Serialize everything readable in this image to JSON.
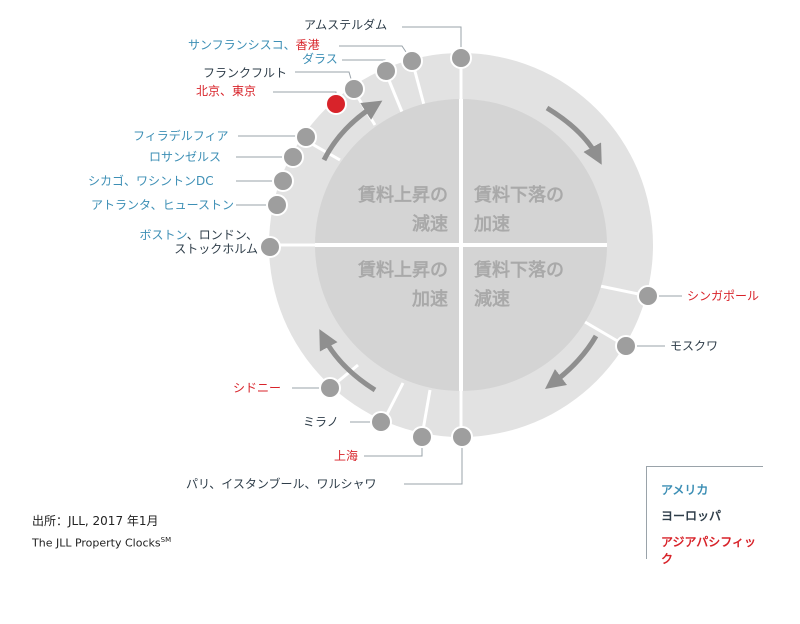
{
  "quadrants": {
    "top_left": [
      "賃料上昇の",
      "減速"
    ],
    "top_right": [
      "賃料下落の",
      "加速"
    ],
    "bottom_left": [
      "賃料上昇の",
      "加速"
    ],
    "bottom_right": [
      "賃料下落の",
      "減速"
    ]
  },
  "cities": [
    {
      "id": "amsterdam",
      "label": "アムステルダム",
      "region": "europe"
    },
    {
      "id": "sf-hk",
      "label_parts": [
        {
          "text": "サンフランシスコ、",
          "region": "americas"
        },
        {
          "text": "香港",
          "region": "asia_pacific"
        }
      ]
    },
    {
      "id": "dallas",
      "label": "ダラス",
      "region": "americas"
    },
    {
      "id": "frankfurt",
      "label": "フランクフルト",
      "region": "europe"
    },
    {
      "id": "beijing-tokyo",
      "label": "北京、東京",
      "region": "asia_pacific",
      "highlighted": true
    },
    {
      "id": "philadelphia",
      "label": "フィラデルフィア",
      "region": "americas"
    },
    {
      "id": "los-angeles",
      "label": "ロサンゼルス",
      "region": "americas"
    },
    {
      "id": "chicago-dc",
      "label": "シカゴ、ワシントンDC",
      "region": "americas"
    },
    {
      "id": "atlanta-houston",
      "label": "アトランタ、ヒューストン",
      "region": "americas"
    },
    {
      "id": "boston-group",
      "label_parts": [
        {
          "text": "ボストン",
          "region": "americas"
        },
        {
          "text": "、ロンドン、",
          "region": "europe"
        }
      ],
      "label_line2": "ストックホルム",
      "region_line2": "europe"
    },
    {
      "id": "singapore",
      "label": "シンガポール",
      "region": "asia_pacific"
    },
    {
      "id": "moscow",
      "label": "モスクワ",
      "region": "europe"
    },
    {
      "id": "sydney",
      "label": "シドニー",
      "region": "asia_pacific"
    },
    {
      "id": "milan",
      "label": "ミラノ",
      "region": "europe"
    },
    {
      "id": "shanghai",
      "label": "上海",
      "region": "asia_pacific"
    },
    {
      "id": "paris-group",
      "label": "パリ、イスタンブール、ワルシャワ",
      "region": "europe"
    }
  ],
  "legend": {
    "americas": "アメリカ",
    "europe": "ヨーロッパ",
    "asia_pacific": "アジアパシフィック"
  },
  "colors": {
    "americas": "#3d8fb5",
    "europe": "#2e3d49",
    "asia_pacific": "#d8232a",
    "dot": "#9e9e9e",
    "dot_highlight": "#d8232a",
    "ring": "#e2e2e2",
    "inner": "#d4d4d4",
    "arrow": "#8f8f8f"
  },
  "source": "出所：JLL, 2017 年1月",
  "brand": {
    "text": "The JLL Property Clocks",
    "superscript": "SM"
  }
}
